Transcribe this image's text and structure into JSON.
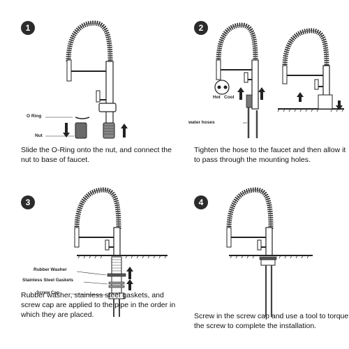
{
  "steps": [
    {
      "number": "1",
      "caption": "Slide the O-Ring onto the nut, and connect the nut to base of faucet.",
      "labels": {
        "o_ring": "O Ring",
        "nut": "Nut"
      }
    },
    {
      "number": "2",
      "caption": "Tighten the hose to the faucet and then allow it to pass through the mounting holes.",
      "labels": {
        "hot": "Hot",
        "cool": "Cool",
        "water_hoses": "water hoses"
      }
    },
    {
      "number": "3",
      "caption": "Rubber washer, stainless steel gaskets, and screw cap are applied to the pipe in the order in which they are placed.",
      "labels": {
        "rubber_washer": "Rubber  Washer",
        "gaskets": "Stainless Steel Gaskets",
        "screw_cap": "Screw Cap"
      }
    },
    {
      "number": "4",
      "caption": "Screw in the screw cap and use a tool to torque the screw to complete the installation.",
      "labels": {}
    }
  ]
}
